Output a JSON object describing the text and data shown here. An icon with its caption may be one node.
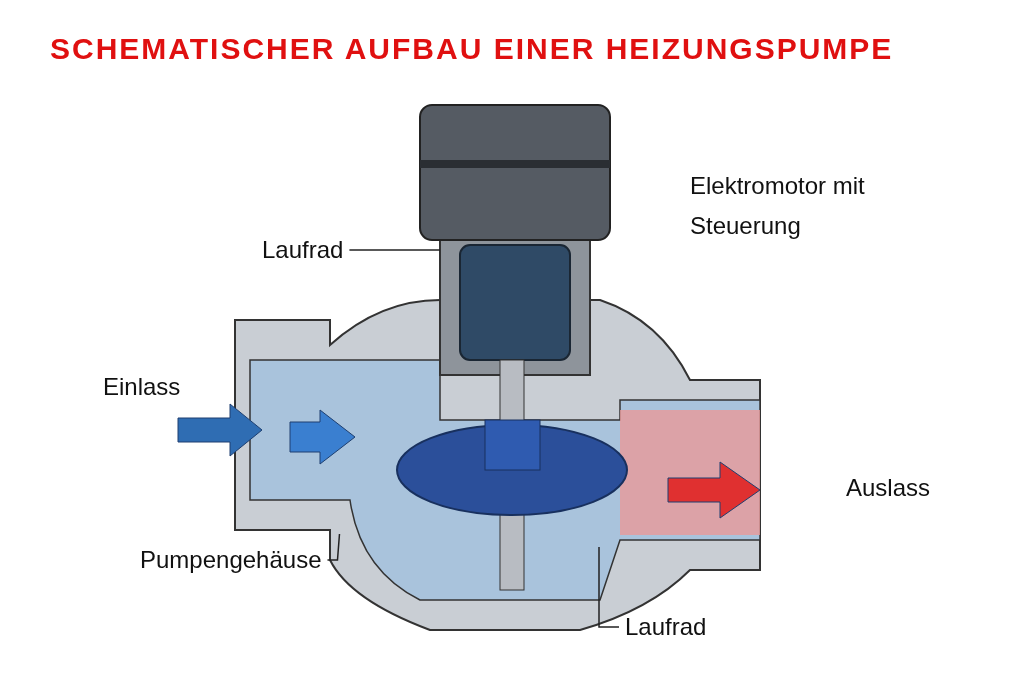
{
  "diagram": {
    "title": "SCHEMATISCHER AUFBAU EINER HEIZUNGSPUMPE",
    "nodes": [
      {
        "text": [
          "Laufrad"
        ]
      },
      {
        "text": [
          "Pumpengehäuse"
        ]
      },
      {
        "text": [
          "Laufrad"
        ]
      }
    ],
    "edges": [
      {
        "from": 0,
        "to": null,
        "arrow": "none"
      },
      {
        "from": 1,
        "to": null,
        "arrow": "none"
      },
      {
        "from": 2,
        "to": null,
        "arrow": "none"
      }
    ],
    "labels": [
      "Elektromotor mit Steuerung",
      "Einlass",
      "Auslass"
    ]
  }
}
